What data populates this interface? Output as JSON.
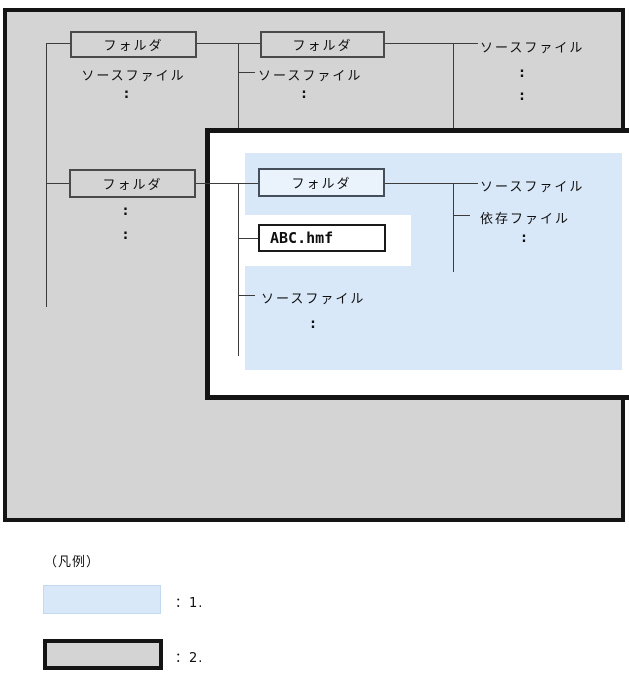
{
  "figure": {
    "boxes": {
      "folder_label": "フォルダ",
      "abc_file_label": "ABC.hmf"
    },
    "labels": {
      "source_file": "ソースファイル",
      "dependency_file": "依存ファイル",
      "colon": ":"
    }
  },
  "legend": {
    "title": "（凡例）",
    "items": [
      {
        "swatch": "blue-highlight",
        "label": "：1."
      },
      {
        "swatch": "gray-bordered",
        "label": "：2."
      }
    ]
  },
  "colors": {
    "gray_fill": "#d4d4d4",
    "blue_highlight": "#d9e8f9",
    "inner_folder_fill": "#eaf2fc",
    "panel_border": "#141414",
    "line": "#3c3c3c"
  }
}
